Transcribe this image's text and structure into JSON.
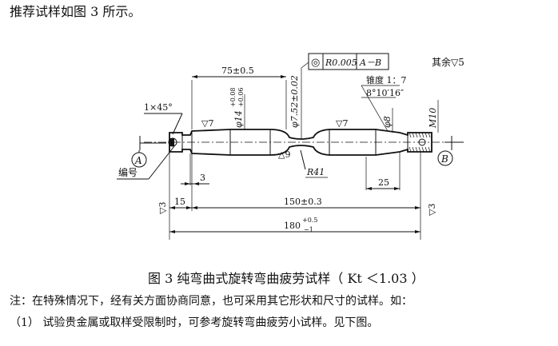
{
  "intro": "推荐试样如图 3 所示。",
  "figure": {
    "tolerance_frame": {
      "symbol": "◎",
      "value": "R0.005",
      "datum": "A－B"
    },
    "remaining_finish": "其余▽5",
    "taper_label": "锥度 1：7",
    "taper_angle": "8°10′16″",
    "chamfer": "1×45°",
    "dim_75": "75±0.5",
    "dim_phi14": "φ14",
    "dim_phi14_tol_upper": "+0.08",
    "dim_phi14_tol_lower": "+0.06",
    "dim_phi752": "φ7.52±0.02",
    "dim_phi8": "φ8",
    "dim_m10": "M10",
    "finish_left": "▽7",
    "finish_right": "▽7",
    "finish_groove": "△9",
    "radius": "R41",
    "datum_a": "A",
    "datum_b": "B",
    "label_number": "编号",
    "dim_3": "3",
    "dim_15": "15",
    "dim_150": "150±0.3",
    "dim_25": "25",
    "dim_180": "180",
    "dim_180_tol_upper": "+0.5",
    "dim_180_tol_lower": "−1",
    "finish_end_left": "▽3",
    "finish_end_right": "▽3"
  },
  "caption": "图 3   纯弯曲式旋转弯曲疲劳试样（ Kt ＜1.03 ）",
  "notes": [
    "注：在特殊情况下，经有关方面协商同意，也可采用其它形状和尺寸的试样。如：",
    "（1）  试验贵金属或取样受限制时，可参考旋转弯曲疲劳小试样。见下图。"
  ]
}
